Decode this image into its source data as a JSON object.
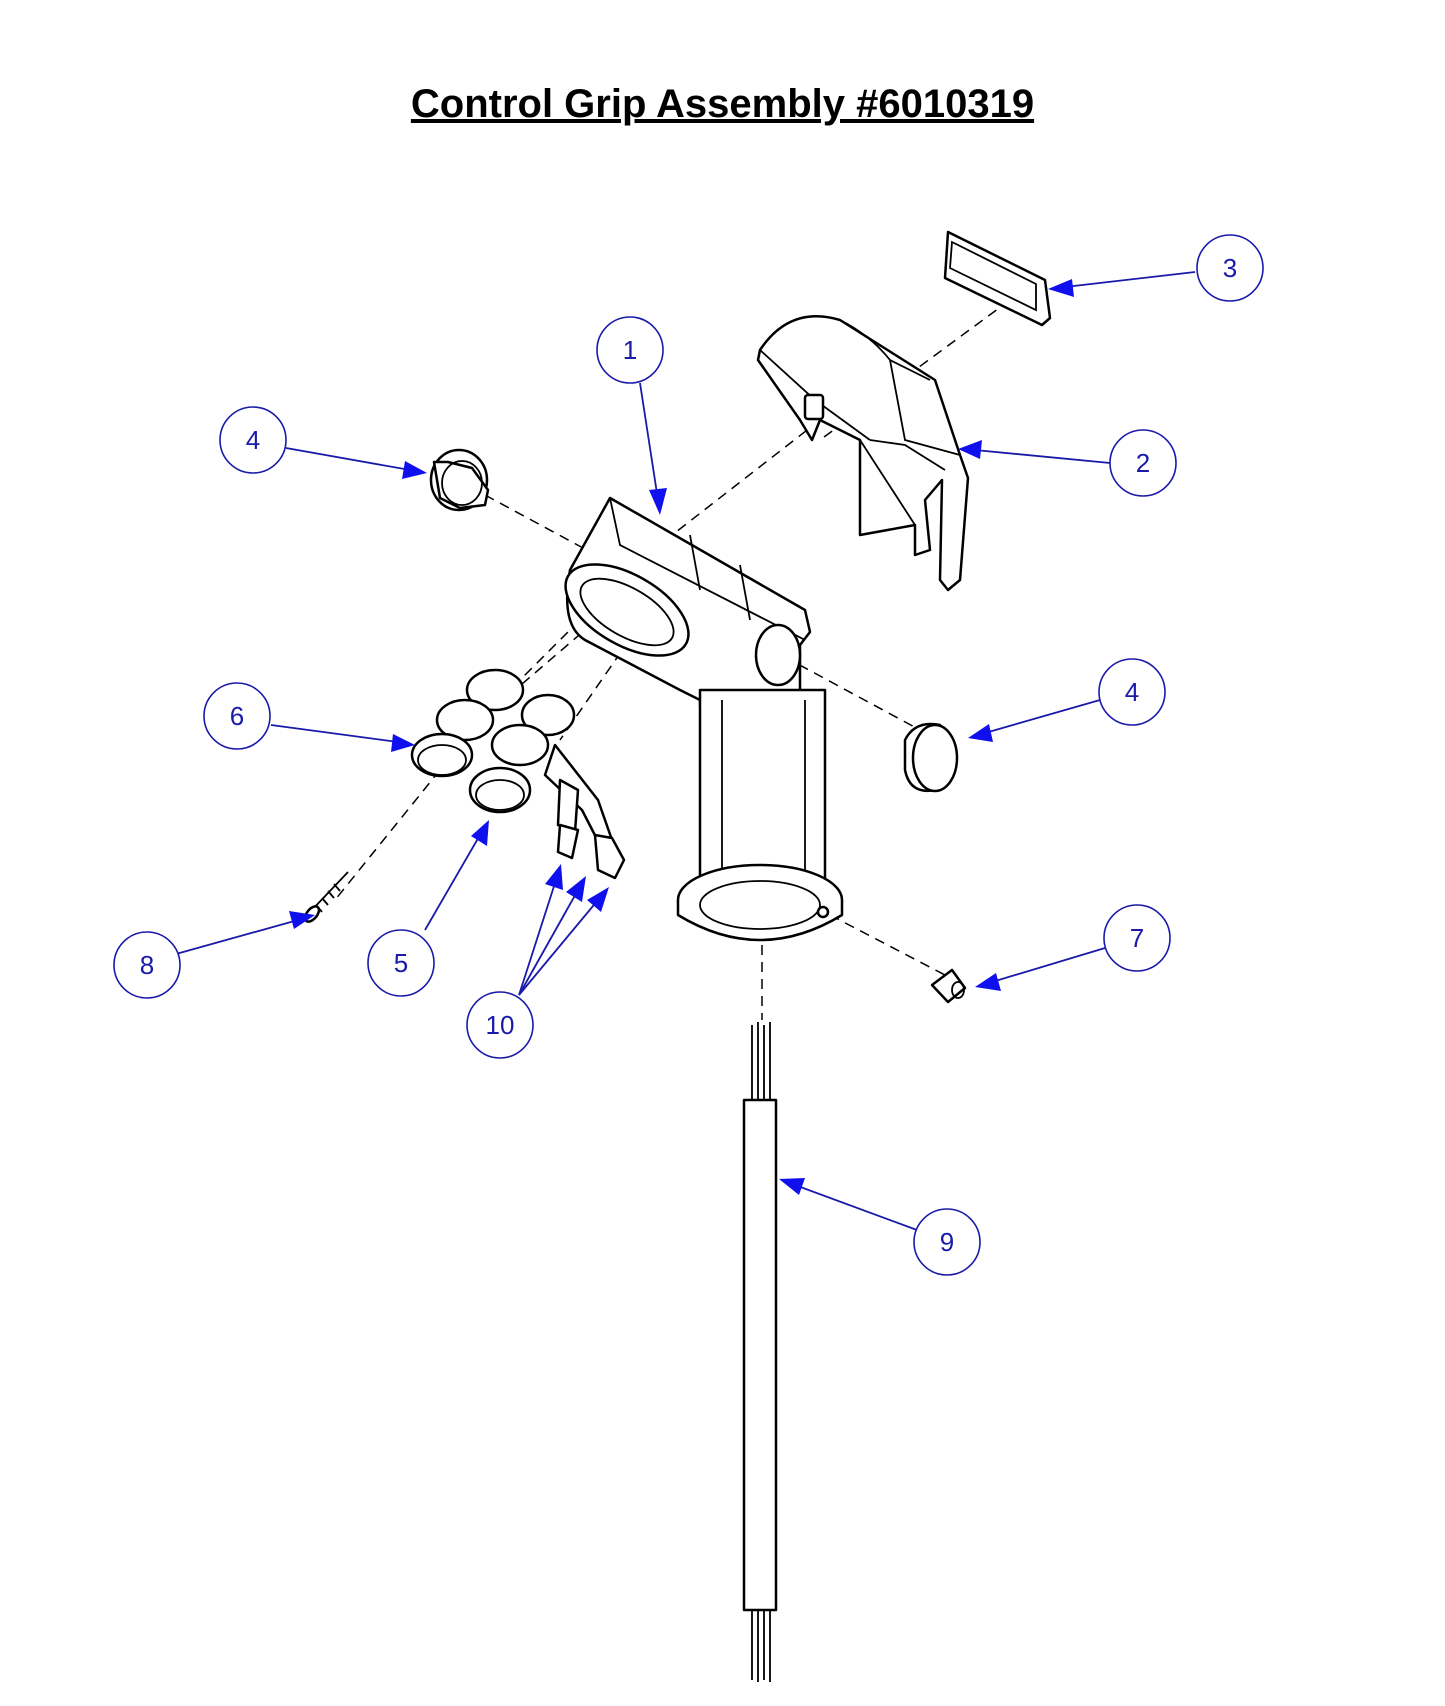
{
  "title": "Control Grip Assembly #6010319",
  "colors": {
    "callout": "#1a1aaa",
    "arrow": "#1010ee",
    "linework": "#000000"
  },
  "callouts": [
    {
      "id": "c1",
      "label": "1"
    },
    {
      "id": "c2",
      "label": "2"
    },
    {
      "id": "c3",
      "label": "3"
    },
    {
      "id": "c4a",
      "label": "4"
    },
    {
      "id": "c4b",
      "label": "4"
    },
    {
      "id": "c5",
      "label": "5"
    },
    {
      "id": "c6",
      "label": "6"
    },
    {
      "id": "c7",
      "label": "7"
    },
    {
      "id": "c8",
      "label": "8"
    },
    {
      "id": "c9",
      "label": "9"
    },
    {
      "id": "c10",
      "label": "10"
    }
  ]
}
